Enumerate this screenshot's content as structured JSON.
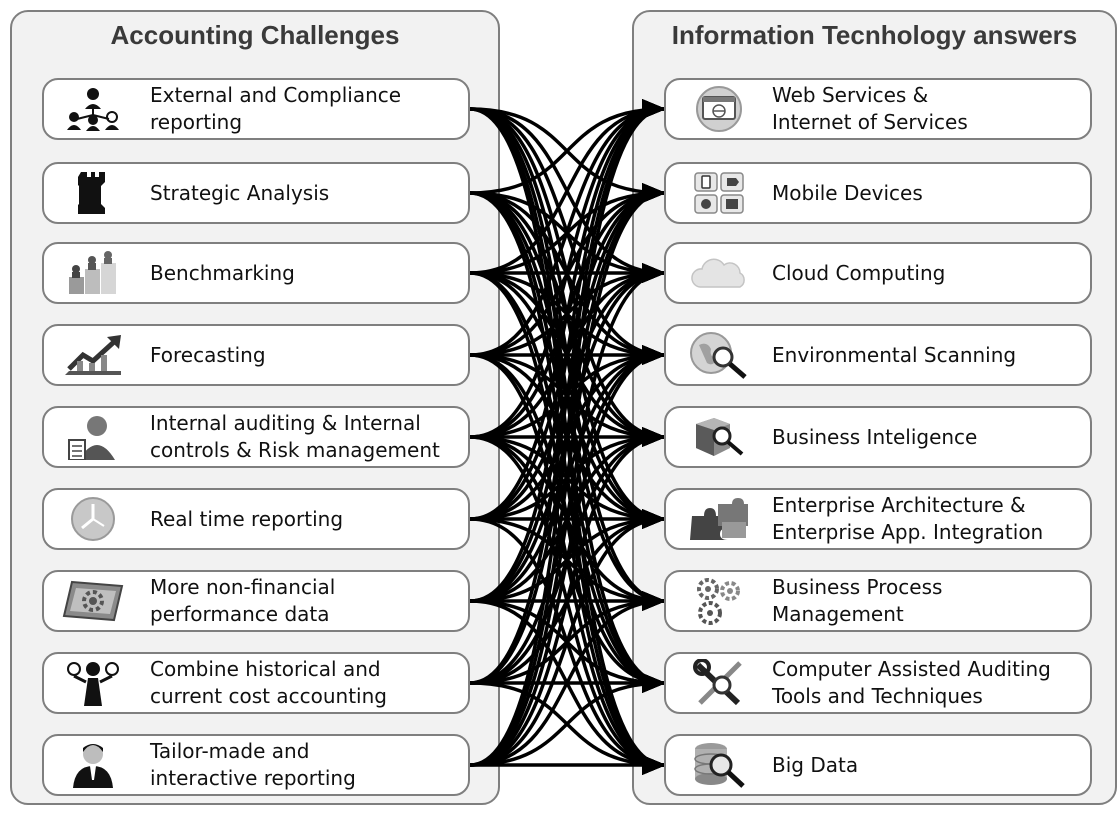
{
  "left_panel": {
    "title": "Accounting Challenges",
    "items": [
      {
        "label": "External and Compliance\nreporting",
        "icon": "people-network-icon"
      },
      {
        "label": "Strategic Analysis",
        "icon": "chess-rook-icon"
      },
      {
        "label": "Benchmarking",
        "icon": "podium-icon"
      },
      {
        "label": "Forecasting",
        "icon": "rising-chart-icon"
      },
      {
        "label": "Internal auditing & Internal\ncontrols & Risk management",
        "icon": "auditor-icon"
      },
      {
        "label": "Real time reporting",
        "icon": "clock-icon"
      },
      {
        "label": "More non-financial\nperformance data",
        "icon": "gear-panel-icon"
      },
      {
        "label": "Combine historical and\ncurrent cost accounting",
        "icon": "juggler-icon"
      },
      {
        "label": "Tailor-made and\ninteractive reporting",
        "icon": "businessman-icon"
      }
    ]
  },
  "right_panel": {
    "title": "Information Tecnhology answers",
    "items": [
      {
        "label": "Web Services &\nInternet of Services",
        "icon": "web-browser-icon"
      },
      {
        "label": "Mobile Devices",
        "icon": "mobile-apps-icon"
      },
      {
        "label": "Cloud Computing",
        "icon": "cloud-icon"
      },
      {
        "label": "Environmental Scanning",
        "icon": "globe-magnifier-icon"
      },
      {
        "label": "Business Inteligence",
        "icon": "cube-magnifier-icon"
      },
      {
        "label": "Enterprise Architecture &\nEnterprise App. Integration",
        "icon": "puzzle-icon"
      },
      {
        "label": "Business Process\nManagement",
        "icon": "gears-icon"
      },
      {
        "label": "Computer Assisted Auditing\nTools and Techniques",
        "icon": "tools-icon"
      },
      {
        "label": "Big Data",
        "icon": "database-magnifier-icon"
      }
    ]
  },
  "connections": [
    [
      0,
      1
    ],
    [
      0,
      2
    ],
    [
      0,
      3
    ],
    [
      0,
      4
    ],
    [
      0,
      5
    ],
    [
      0,
      6
    ],
    [
      0,
      7
    ],
    [
      0,
      8
    ],
    [
      1,
      0
    ],
    [
      1,
      2
    ],
    [
      1,
      3
    ],
    [
      1,
      4
    ],
    [
      1,
      5
    ],
    [
      1,
      6
    ],
    [
      1,
      7
    ],
    [
      1,
      8
    ],
    [
      2,
      0
    ],
    [
      2,
      1
    ],
    [
      2,
      2
    ],
    [
      2,
      3
    ],
    [
      2,
      4
    ],
    [
      2,
      5
    ],
    [
      2,
      7
    ],
    [
      2,
      8
    ],
    [
      3,
      0
    ],
    [
      3,
      1
    ],
    [
      3,
      2
    ],
    [
      3,
      3
    ],
    [
      3,
      4
    ],
    [
      3,
      5
    ],
    [
      3,
      7
    ],
    [
      3,
      8
    ],
    [
      4,
      0
    ],
    [
      4,
      1
    ],
    [
      4,
      2
    ],
    [
      4,
      3
    ],
    [
      4,
      4
    ],
    [
      4,
      5
    ],
    [
      4,
      6
    ],
    [
      4,
      7
    ],
    [
      4,
      8
    ],
    [
      5,
      0
    ],
    [
      5,
      1
    ],
    [
      5,
      2
    ],
    [
      5,
      3
    ],
    [
      5,
      4
    ],
    [
      5,
      5
    ],
    [
      5,
      6
    ],
    [
      5,
      8
    ],
    [
      6,
      0
    ],
    [
      6,
      1
    ],
    [
      6,
      2
    ],
    [
      6,
      3
    ],
    [
      6,
      4
    ],
    [
      6,
      5
    ],
    [
      6,
      6
    ],
    [
      6,
      7
    ],
    [
      6,
      8
    ],
    [
      7,
      0
    ],
    [
      7,
      1
    ],
    [
      7,
      3
    ],
    [
      7,
      4
    ],
    [
      7,
      5
    ],
    [
      7,
      6
    ],
    [
      7,
      7
    ],
    [
      7,
      8
    ],
    [
      8,
      0
    ],
    [
      8,
      1
    ],
    [
      8,
      2
    ],
    [
      8,
      3
    ],
    [
      8,
      4
    ],
    [
      8,
      5
    ],
    [
      8,
      6
    ],
    [
      8,
      7
    ],
    [
      8,
      8
    ]
  ]
}
